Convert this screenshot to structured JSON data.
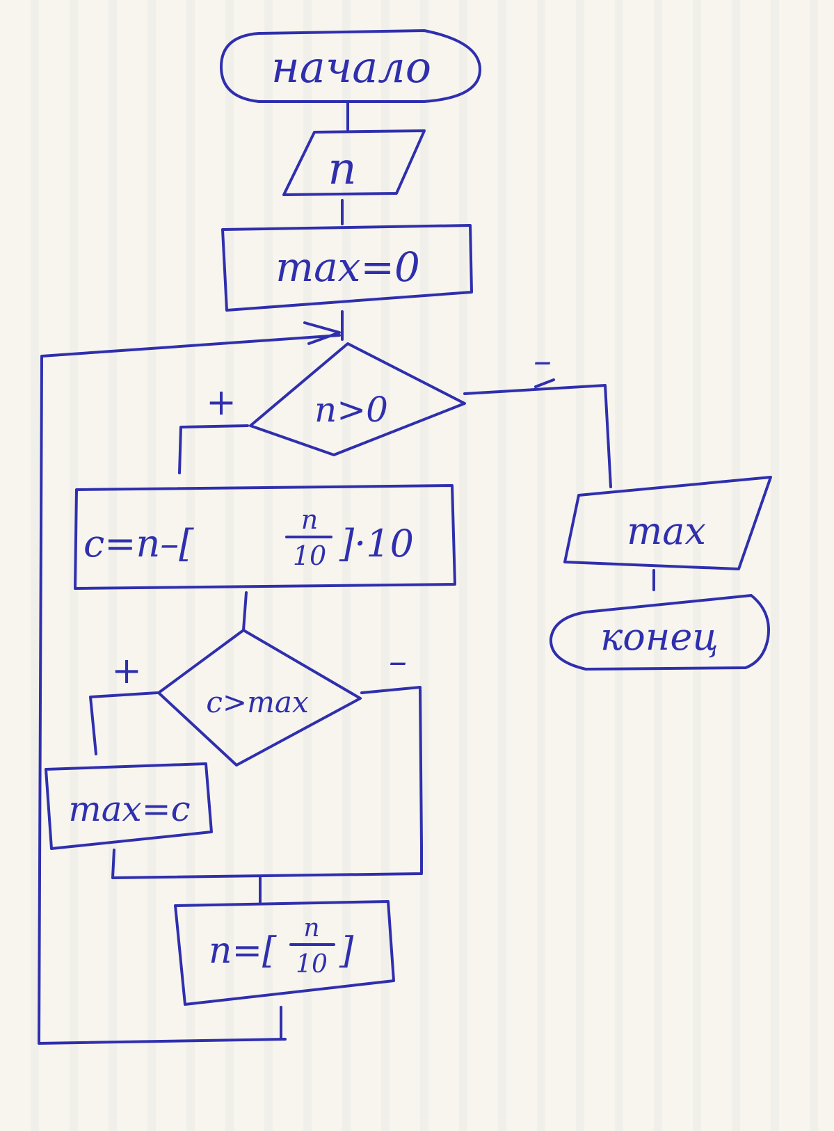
{
  "colors": {
    "ink": "#2f2fae",
    "paper": "#f7f5ee"
  },
  "flowchart": {
    "start": "начало",
    "input": "n",
    "init": "max=0",
    "loop_condition": "n>0",
    "loop_true": "+",
    "loop_false": "–",
    "digit_lhs": "c=n–[",
    "digit_frac_num": "n",
    "digit_frac_den": "10",
    "digit_rhs": "]·10",
    "compare_condition": "c>max",
    "compare_true": "+",
    "compare_false": "–",
    "update": "max=c",
    "shift_lhs": "n=[",
    "shift_frac_num": "n",
    "shift_frac_den": "10",
    "shift_rhs": "]",
    "output": "max",
    "end": "конец"
  }
}
